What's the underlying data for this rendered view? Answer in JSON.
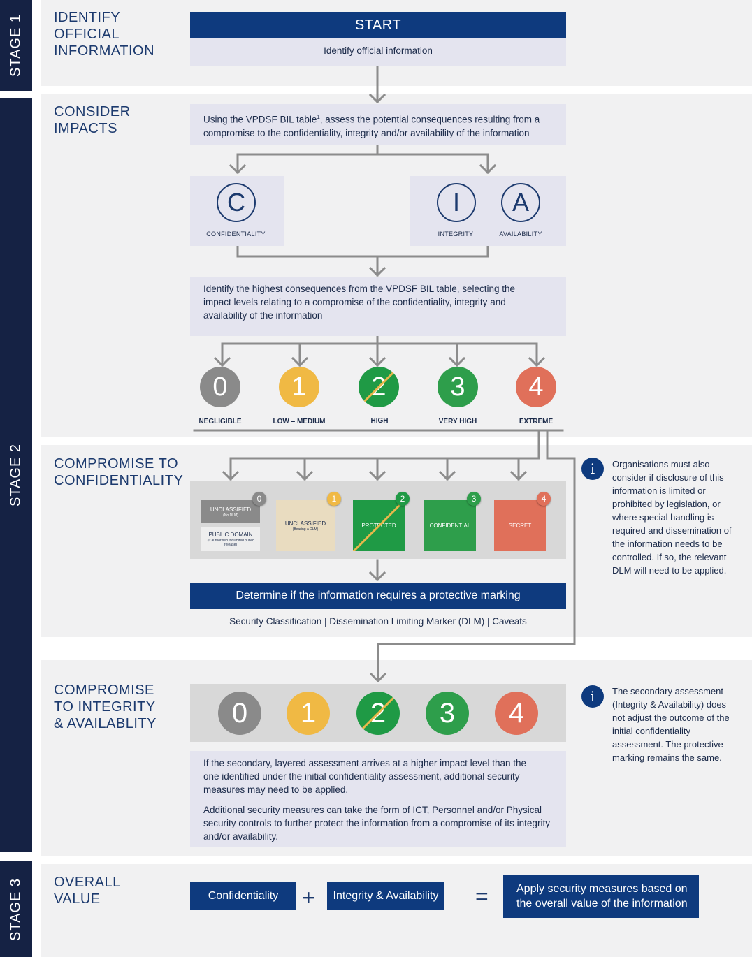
{
  "colors": {
    "navy": "#0e3a7e",
    "dark": "#152244",
    "band": "#f1f1f2",
    "box": "#e4e4ef",
    "level0": "#8a8a8a",
    "level1": "#f0b944",
    "level2": "#1f9a45",
    "level3": "#2e9e4b",
    "level4": "#e0705a",
    "arrow": "#8c8c8c"
  },
  "stages": {
    "s1": "STAGE 1",
    "s2": "STAGE 2",
    "s3": "STAGE 3"
  },
  "stage1": {
    "title": "IDENTIFY\nOFFICIAL\nINFORMATION",
    "start_label": "START",
    "start_desc": "Identify official information"
  },
  "stage2": {
    "impacts_title": "CONSIDER\nIMPACTS",
    "assess_text_a": "Using the VPDSF BIL table",
    "assess_sup": "1",
    "assess_text_b": ", assess the potential consequences resulting from a compromise to the confidentiality, integrity and/or availability of the information",
    "cia": {
      "c_letter": "C",
      "c_label": "CONFIDENTIALITY",
      "i_letter": "I",
      "i_label": "INTEGRITY",
      "a_letter": "A",
      "a_label": "AVAILABILITY"
    },
    "highest_text": "Identify the highest consequences from the VPDSF BIL table, selecting the impact levels relating to a compromise of the confidentiality, integrity and availability of the information",
    "levels": [
      {
        "num": "0",
        "label": "NEGLIGIBLE",
        "icon": "level-0",
        "crossed": false
      },
      {
        "num": "1",
        "label": "LOW – MEDIUM",
        "icon": "level-1",
        "crossed": false
      },
      {
        "num": "2",
        "label": "HIGH",
        "icon": "level-2",
        "crossed": true
      },
      {
        "num": "3",
        "label": "VERY HIGH",
        "icon": "level-3",
        "crossed": false
      },
      {
        "num": "4",
        "label": "EXTREME",
        "icon": "level-4",
        "crossed": false
      }
    ],
    "conf_title": "COMPROMISE TO\nCONFIDENTIALITY",
    "classifications": [
      {
        "badge": "0",
        "label": "UNCLASSIFIED",
        "sub": "(No DLM)",
        "extra_label": "PUBLIC DOMAIN",
        "extra_sub": "(If authorised for limited public release)"
      },
      {
        "badge": "1",
        "label": "UNCLASSIFIED",
        "sub": "(Bearing a DLM)"
      },
      {
        "badge": "2",
        "label": "PROTECTED",
        "sub": ""
      },
      {
        "badge": "3",
        "label": "CONFIDENTIAL",
        "sub": ""
      },
      {
        "badge": "4",
        "label": "SECRET",
        "sub": ""
      }
    ],
    "marking_label": "Determine if the information requires a protective marking",
    "marking_sub": "Security Classification | Dissemination Limiting Marker (DLM) | Caveats",
    "note1": "Organisations must also consider if disclosure of this information is limited or prohibited by legislation, or where special handling is required and dissemination of the information needs to be controlled. If so, the relevant DLM will need to be applied.",
    "ia_title": "COMPROMISE\nTO INTEGRITY\n& AVAILABLITY",
    "ia_levels": [
      "0",
      "1",
      "2",
      "3",
      "4"
    ],
    "note2": "The secondary assessment (Integrity & Availability) does not adjust the outcome of the initial confidentiality assessment. The protective marking remains the same.",
    "secondary_p1": "If the secondary, layered assessment arrives at a higher impact level than the one identified under the initial confidentiality assessment, additional security measures may need to be applied.",
    "secondary_p2": "Additional security measures can take the form of ICT, Personnel and/or Physical security controls to further protect the information from a compromise of its integrity and/or availability."
  },
  "stage3": {
    "title": "OVERALL\nVALUE",
    "conf": "Confidentiality",
    "plus": "+",
    "ia": "Integrity & Availability",
    "equals": "=",
    "result": "Apply security measures based on the overall value of the information"
  },
  "info_glyph": "i"
}
